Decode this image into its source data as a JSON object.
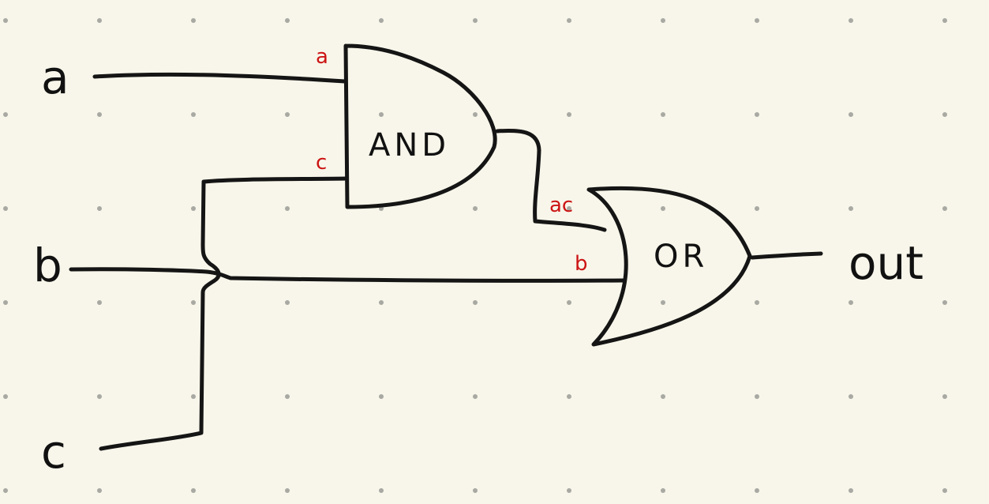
{
  "inputs": {
    "a": "a",
    "b": "b",
    "c": "c"
  },
  "output": "out",
  "gates": {
    "and": {
      "label": "AND",
      "pin1": "a",
      "pin2": "c"
    },
    "or": {
      "label": "OR",
      "pin1": "ac",
      "pin2": "b"
    }
  },
  "colors": {
    "background": "#f8f6ea",
    "ink": "#151515",
    "annotation": "#cc1414",
    "grid_dot": "#a9a9a3"
  }
}
